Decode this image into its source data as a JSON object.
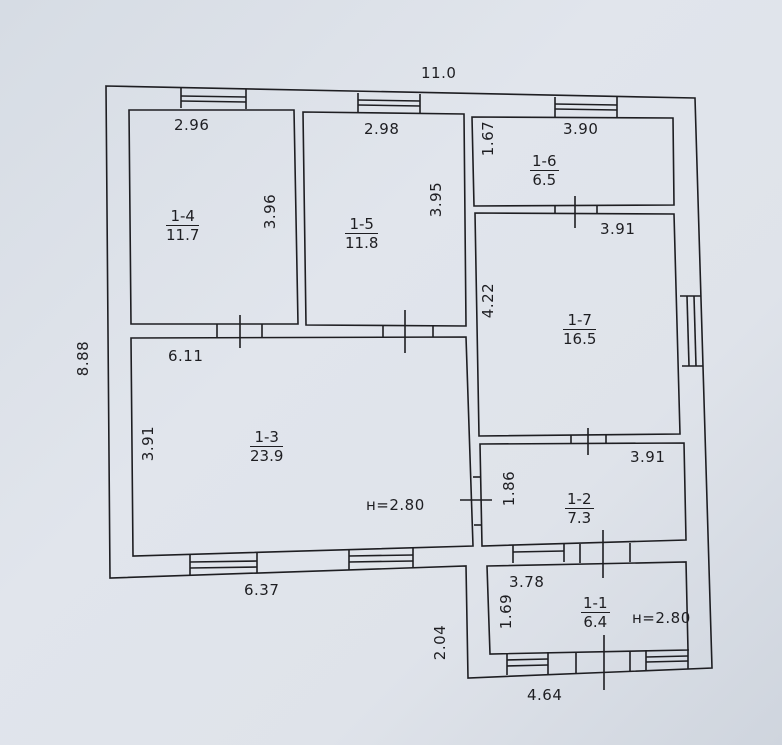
{
  "plan": {
    "type": "floor plan",
    "ceiling_height_labels": [
      "н=2.80",
      "н=2.80"
    ],
    "overall_dimensions": {
      "width_top": "11.0",
      "height_left": "8.88",
      "bottom_left": "6.37",
      "bottom_right": "4.64",
      "step_height": "2.04"
    },
    "rooms": [
      {
        "id": "1-1",
        "area": "6.4",
        "width": "3.78",
        "depth": "1.69",
        "height": "н=2.80"
      },
      {
        "id": "1-2",
        "area": "7.3",
        "width": "3.91",
        "depth": "1.86"
      },
      {
        "id": "1-3",
        "area": "23.9",
        "width": "6.11",
        "depth": "3.91",
        "height": "н=2.80"
      },
      {
        "id": "1-4",
        "area": "11.7",
        "width": "2.96",
        "depth": "3.96"
      },
      {
        "id": "1-5",
        "area": "11.8",
        "width": "2.98",
        "depth": "3.95"
      },
      {
        "id": "1-6",
        "area": "6.5",
        "width": "3.90",
        "depth": "1.67"
      },
      {
        "id": "1-7",
        "area": "16.5",
        "width": "3.91",
        "depth": "4.22"
      }
    ],
    "colors": {
      "paper": "#dde2e9",
      "ink": "#1e1e22"
    }
  }
}
